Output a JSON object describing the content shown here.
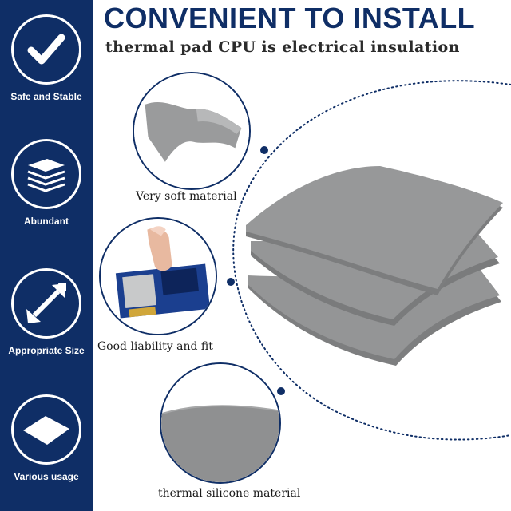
{
  "header": {
    "title": "CONVENIENT TO INSTALL",
    "subtitle": "thermal pad CPU is electrical insulation"
  },
  "sidebar": {
    "features": [
      {
        "label": "Safe and Stable",
        "icon": "checkmark-icon"
      },
      {
        "label": "Abundant",
        "icon": "stacked-layers-icon"
      },
      {
        "label": "Appropriate Size",
        "icon": "diagonal-arrow-icon"
      },
      {
        "label": "Various usage",
        "icon": "sheet-icon"
      }
    ]
  },
  "details": {
    "soft": {
      "caption": "Very soft material"
    },
    "fit": {
      "caption": "Good liability and fit"
    },
    "silicone": {
      "caption": "thermal silicone material"
    }
  },
  "colors": {
    "navy": "#0f2e66",
    "pad_gray": "#8f9091",
    "white": "#ffffff"
  }
}
